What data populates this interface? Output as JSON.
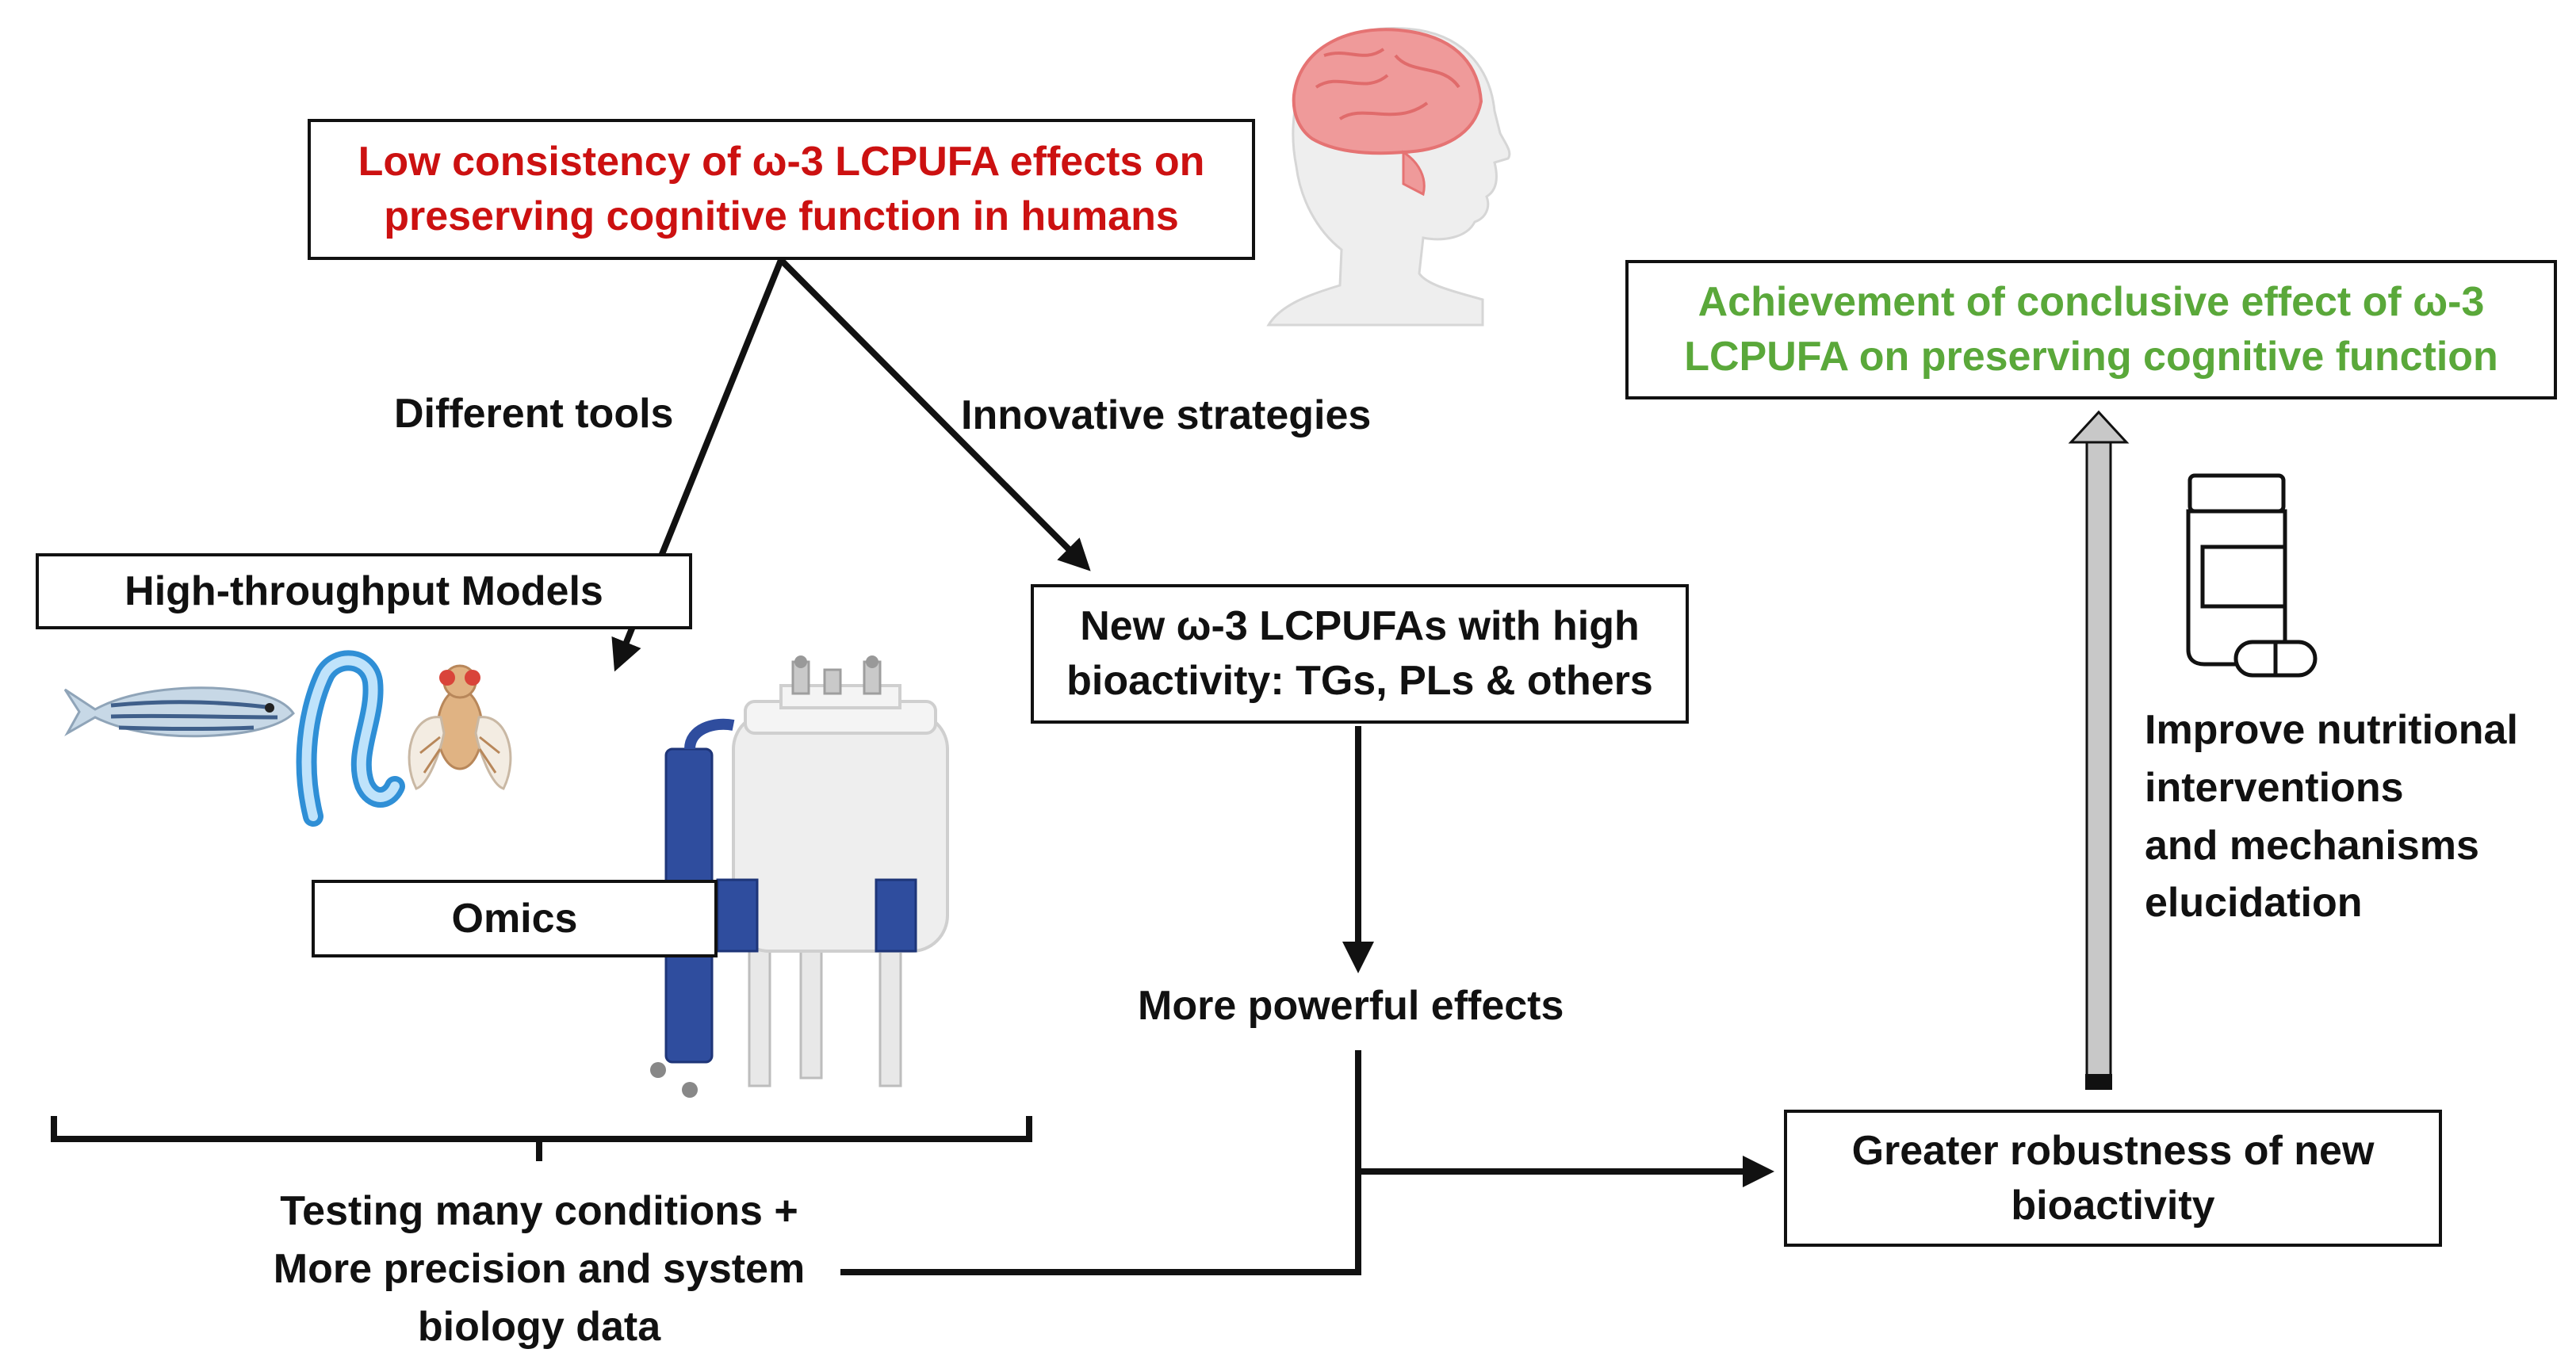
{
  "boxes": {
    "low_consistency": {
      "line1": "Low consistency of ω-3 LCPUFA effects on",
      "line2": "preserving cognitive function in humans",
      "color": "#cc1111"
    },
    "achievement": {
      "line1": "Achievement of conclusive effect of  ω-3",
      "line2": "LCPUFA on preserving cognitive function",
      "color": "#5aa83a"
    },
    "high_throughput": "High-throughput Models",
    "omics": "Omics",
    "new_lcpufas": {
      "line1": "New ω-3 LCPUFAs with high",
      "line2": "bioactivity: TGs, PLs & others"
    },
    "greater_robustness": {
      "line1": "Greater robustness of new",
      "line2": "bioactivity"
    }
  },
  "labels": {
    "different_tools": "Different tools",
    "innovative_strategies": "Innovative strategies",
    "more_powerful": "More powerful effects",
    "testing": [
      "Testing many conditions +",
      "More precision and system",
      "biology data"
    ],
    "improve": [
      "Improve nutritional",
      "interventions",
      "and mechanisms",
      "elucidation"
    ]
  },
  "illustrations": {
    "head": "human-head-brain-icon",
    "zebrafish": "zebrafish-icon",
    "worm": "c-elegans-worm-icon",
    "fly": "fruit-fly-icon",
    "nmr": "nmr-spectrometer-icon",
    "supplement": "supplement-bottle-pill-icon"
  }
}
